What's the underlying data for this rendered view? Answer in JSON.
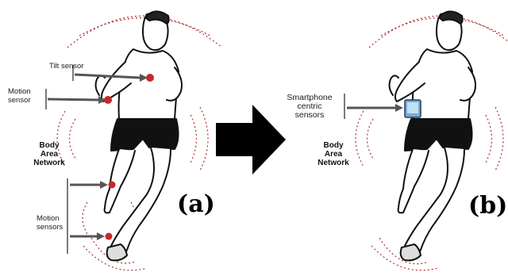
{
  "panel_a": {
    "label": "(a)",
    "tilt_sensor": "Tilt sensor",
    "motion_sensor": [
      "Motion",
      "sensor"
    ],
    "body_area_network": [
      "Body",
      "Area",
      "Network"
    ],
    "motion_sensors": [
      "Motion",
      "sensors"
    ]
  },
  "panel_b": {
    "label": "(b)",
    "smartphone_sensors": [
      "Smartphone",
      "centric",
      "sensors"
    ],
    "body_area_network": [
      "Body",
      "Area",
      "Network"
    ]
  },
  "colors": {
    "sensor_dot": "#c62828",
    "wave": "#b03030",
    "arrow": "#000000"
  }
}
